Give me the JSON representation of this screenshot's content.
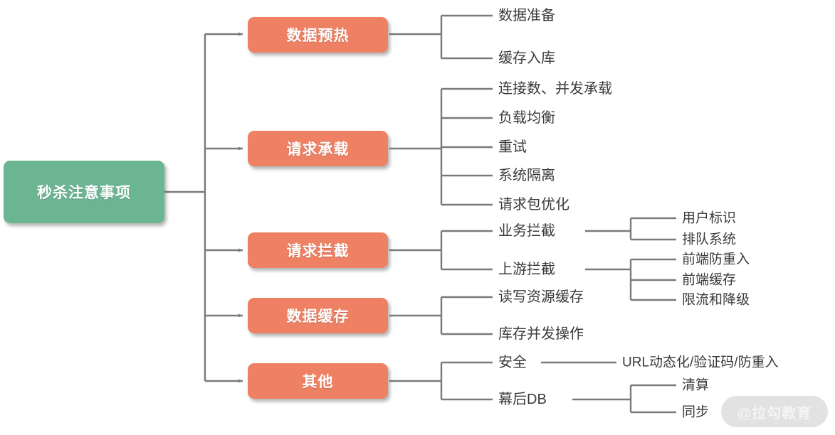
{
  "diagram": {
    "type": "mindmap",
    "title": "秒杀注意事项",
    "orientation": "left-to-right",
    "colors": {
      "root_fill": "#6CB593",
      "branch_fill": "#EE8163",
      "connector": "#7A7A7A",
      "leaf_text": "#3A3A3A",
      "background": "#FFFFFF",
      "watermark_pill": "#E2E2E2",
      "watermark_text": "#F4F4F4"
    }
  },
  "root": {
    "label": "秒杀注意事项"
  },
  "branches": [
    {
      "label": "数据预热",
      "children": [
        {
          "label": "数据准备",
          "children": []
        },
        {
          "label": "缓存入库",
          "children": []
        }
      ]
    },
    {
      "label": "请求承载",
      "children": [
        {
          "label": "连接数、并发承载",
          "children": []
        },
        {
          "label": "负载均衡",
          "children": []
        },
        {
          "label": "重试",
          "children": []
        },
        {
          "label": "系统隔离",
          "children": []
        },
        {
          "label": "请求包优化",
          "children": []
        }
      ]
    },
    {
      "label": "请求拦截",
      "children": [
        {
          "label": "业务拦截",
          "children": [
            {
              "label": "用户标识"
            },
            {
              "label": "排队系统"
            }
          ]
        },
        {
          "label": "上游拦截",
          "children": [
            {
              "label": "前端防重入"
            },
            {
              "label": "前端缓存"
            },
            {
              "label": "限流和降级"
            }
          ]
        }
      ]
    },
    {
      "label": "数据缓存",
      "children": [
        {
          "label": "读写资源缓存",
          "children": []
        },
        {
          "label": "库存并发操作",
          "children": []
        }
      ]
    },
    {
      "label": "其他",
      "children": [
        {
          "label": "安全",
          "children": [
            {
              "label": "URL动态化/验证码/防重入"
            }
          ]
        },
        {
          "label": "幕后DB",
          "children": [
            {
              "label": "清算"
            },
            {
              "label": "同步"
            }
          ]
        }
      ]
    }
  ],
  "watermark": {
    "label": "@拉勾教育"
  }
}
